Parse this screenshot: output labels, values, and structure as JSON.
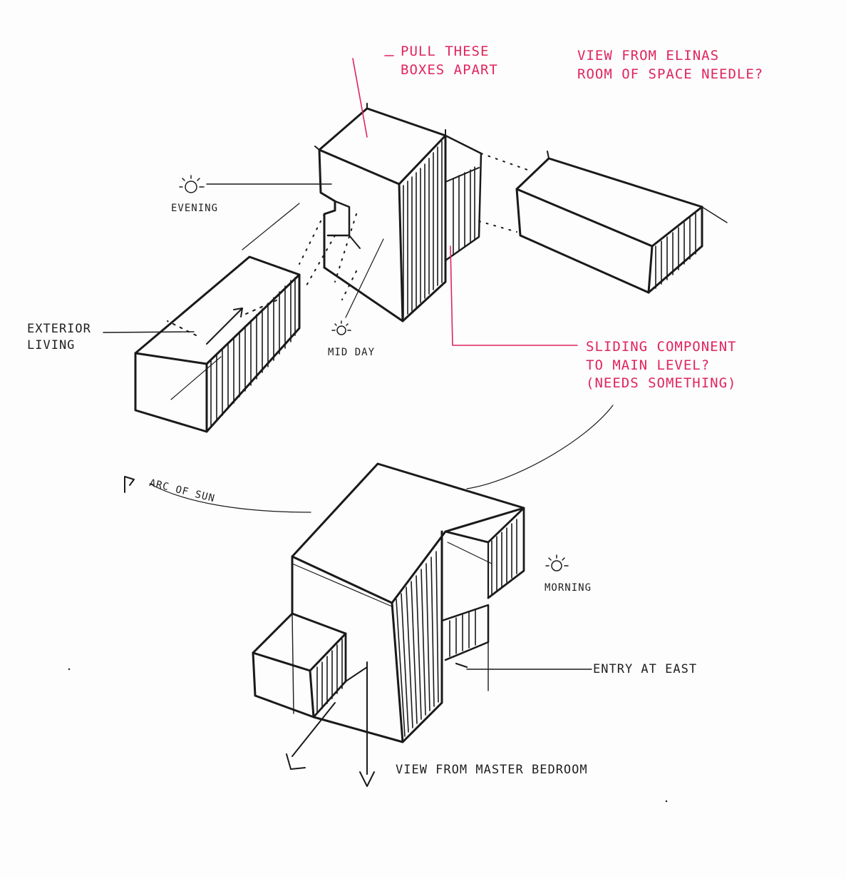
{
  "colors": {
    "ink": "#1a1a1a",
    "red": "#e0245e",
    "paper": "#fdfdfd"
  },
  "icons": {
    "sun": "sun-icon",
    "arrow": "arrow-icon"
  },
  "notes": {
    "pull_apart": [
      "PULL THESE",
      "BOXES APART"
    ],
    "view_space_needle": [
      "VIEW FROM ELINAS",
      "ROOM OF SPACE NEEDLE?"
    ],
    "sliding": [
      "SLIDING COMPONENT",
      "TO MAIN LEVEL?",
      "(NEEDS SOMETHING)"
    ],
    "evening": "EVENING",
    "exterior_living": [
      "EXTERIOR",
      "LIVING"
    ],
    "mid_day": "MID DAY",
    "arc_of_sun": "ARC OF SUN",
    "morning": "MORNING",
    "entry_at_east": "ENTRY AT EAST",
    "view_master": "VIEW FROM MASTER BEDROOM"
  }
}
